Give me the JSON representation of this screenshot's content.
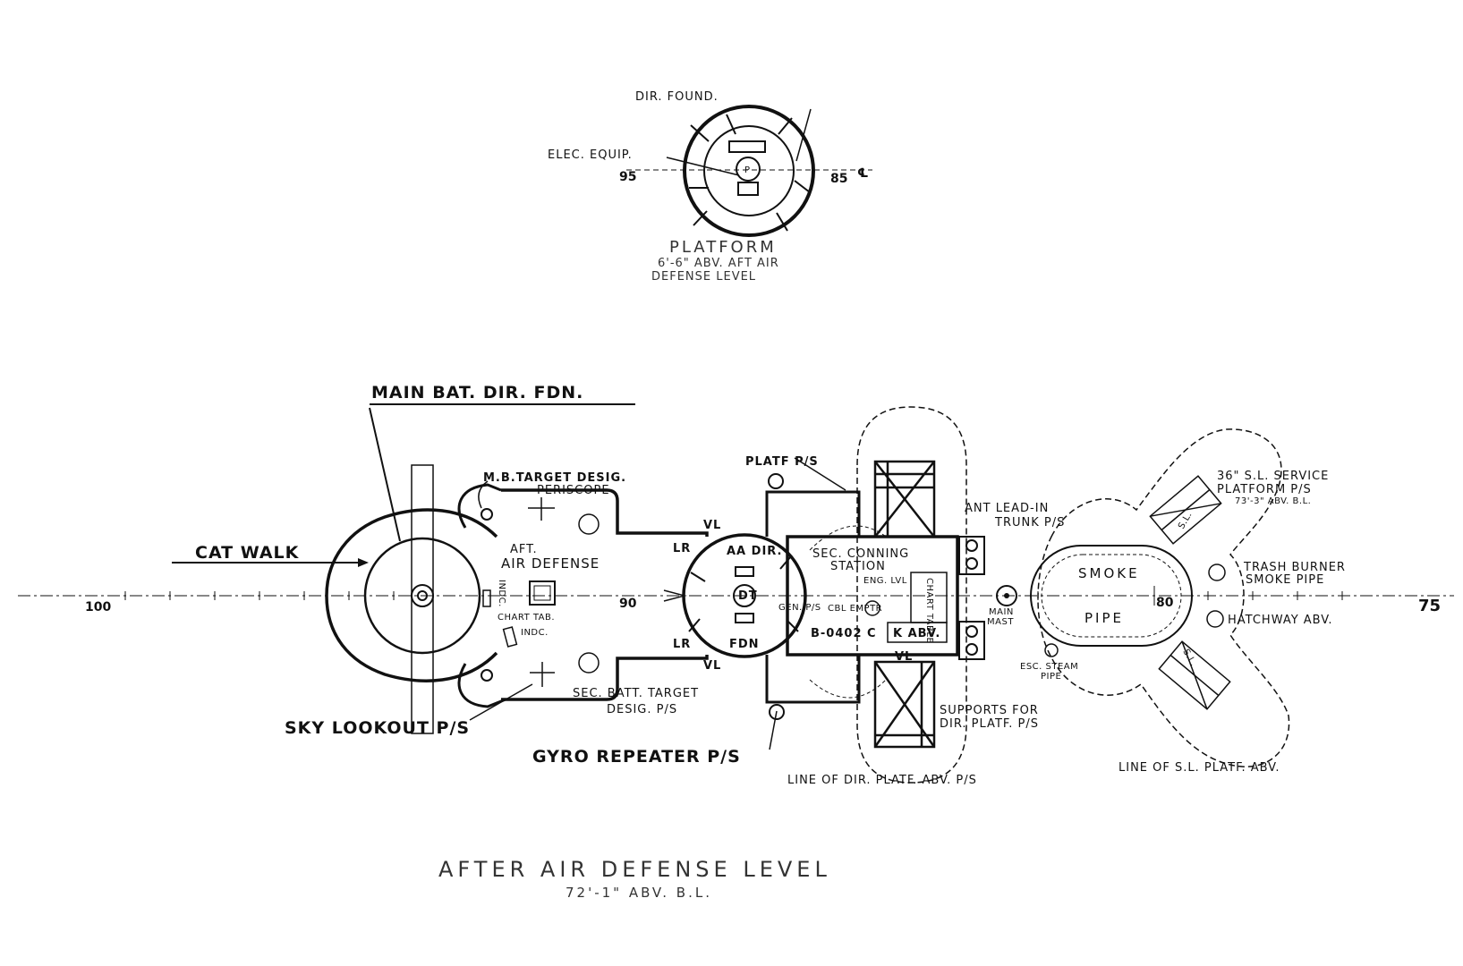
{
  "upper_platform": {
    "dir_found": "DIR. FOUND.",
    "elec_equip": "ELEC. EQUIP.",
    "frame_left": "95",
    "frame_right": "85",
    "centerline": "℄",
    "center_p": "P",
    "title_1": "PLATFORM",
    "title_2": "6'-6\" ABV. AFT AIR",
    "title_3": "DEFENSE LEVEL"
  },
  "main_plan": {
    "main_bat_dir_fdn": "MAIN BAT. DIR. FDN.",
    "cat_walk": "CAT WALK",
    "mb_target_desig": "M.B.TARGET DESIG.",
    "periscope": "PERISCOPE",
    "aft_air_defense_1": "AFT.",
    "aft_air_defense_2": "AIR DEFENSE",
    "indc_vertical": "INDC.",
    "chart_tab": "CHART TAB.",
    "indc": "INDC.",
    "sky_lookout": "SKY LOOKOUT P/S",
    "sec_batt_target_1": "SEC. BATT. TARGET",
    "sec_batt_target_2": "DESIG. P/S",
    "gyro_repeater": "GYRO REPEATER P/S",
    "platf_ps": "PLATF P/S",
    "vl_top": "VL",
    "lr_top": "LR",
    "aa_dir": "AA DIR.",
    "dt": "DT",
    "fdn": "FDN",
    "gen_ps": "GEN. P/S",
    "lr_bottom": "LR",
    "vl_bottom": "VL",
    "sec_conning_1": "SEC. CONNING",
    "sec_conning_2": "STATION",
    "eng_lvl": "ENG. LVL",
    "chart_table": "CHART TABLE",
    "cbl_emptr": "CBL EMPTR",
    "code_b0402": "B-0402 C",
    "k_abv": "K ABV.",
    "vl_right": "VL",
    "ant_lead_in_1": "ANT LEAD-IN",
    "ant_lead_in_2": "TRUNK P/S",
    "main_mast_1": "MAIN",
    "main_mast_2": "MAST",
    "supports_1": "SUPPORTS FOR",
    "supports_2": "DIR. PLATF. P/S",
    "line_dir_platf": "LINE OF DIR. PLATF. ABV. P/S",
    "smoke": "SMOKE",
    "pipe": "PIPE",
    "frame_80": "80",
    "esc_steam_1": "ESC. STEAM",
    "esc_steam_2": "PIPE",
    "sl_service_1": "36\" S.L. SERVICE",
    "sl_service_2": "PLATFORM P/S",
    "sl_service_3": "73'-3\" ABV. B.L.",
    "trash_burner_1": "TRASH BURNER",
    "trash_burner_2": "SMOKE PIPE",
    "hatchway": "HATCHWAY ABV.",
    "line_sl_platf": "LINE OF S.L. PLATF. ABV.",
    "frame_100": "100",
    "frame_90": "90",
    "frame_75": "75",
    "sl_1": "S.L.",
    "sl_2": "S.L."
  },
  "title": {
    "main": "AFTER AIR DEFENSE LEVEL",
    "sub": "72'-1\" ABV. B.L."
  }
}
